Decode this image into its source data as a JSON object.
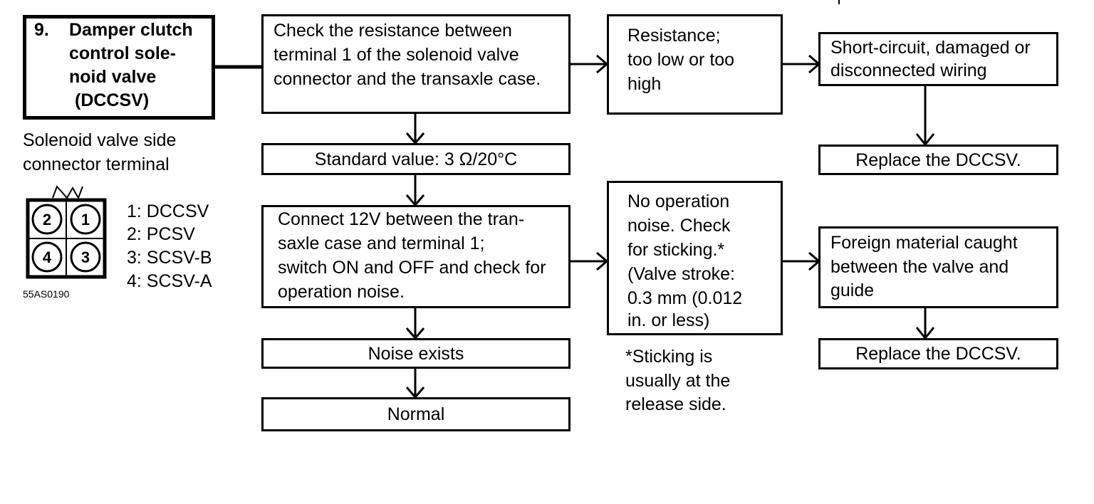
{
  "title": {
    "number": "9.",
    "lines": [
      "Damper clutch",
      "control sole-",
      "noid  valve",
      "(DCCSV)"
    ]
  },
  "connector": {
    "caption_lines": [
      "Solenoid valve side",
      "connector terminal"
    ],
    "pins": [
      "2",
      "1",
      "4",
      "3"
    ],
    "legend": [
      "1: DCCSV",
      "2: PCSV",
      "3: SCSV-B",
      "4: SCSV-A"
    ],
    "figure_code": "55AS0190"
  },
  "steps": {
    "check_resistance": [
      "Check the resistance between",
      "terminal  1  of  the  solenoid valve",
      "connector and the transaxle case."
    ],
    "standard_value": "Standard value: 3 Ω/20°C",
    "connect_12v": [
      "Connect  12V  between  the  tran-",
      "saxle case and terminal 1;",
      "switch ON and OFF and check for",
      "operation noise."
    ],
    "noise_exists": "Noise exists",
    "normal": "Normal"
  },
  "results": {
    "resistance_bad": [
      "Resistance;",
      "too low or too",
      "high"
    ],
    "no_noise": [
      "No operation",
      "noise. Check",
      "for sticking.*",
      "(Valve stroke:",
      "0.3 mm (0.012",
      "in. or less)"
    ],
    "sticking_note": [
      "*Sticking is",
      "usually at the",
      "release side."
    ]
  },
  "causes": {
    "wiring": [
      "Short-circuit, damaged or",
      "disconnected wiring"
    ],
    "replace_1": "Replace the DCCSV.",
    "foreign": [
      "Foreign material caught",
      "between the valve and",
      "guide"
    ],
    "replace_2": "Replace the DCCSV."
  }
}
